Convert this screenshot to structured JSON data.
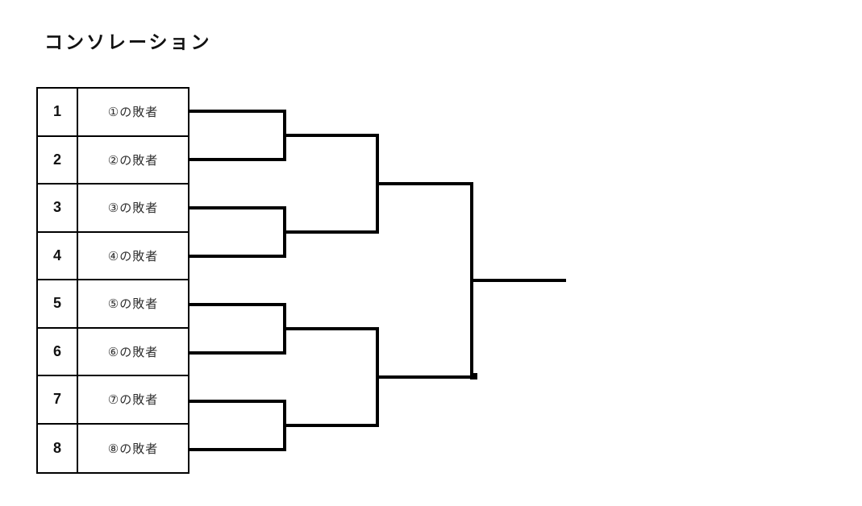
{
  "title": "コンソレーション",
  "table": {
    "rows": [
      {
        "num": "1",
        "label": "①の敗者"
      },
      {
        "num": "2",
        "label": "②の敗者"
      },
      {
        "num": "3",
        "label": "③の敗者"
      },
      {
        "num": "4",
        "label": "④の敗者"
      },
      {
        "num": "5",
        "label": "⑤の敗者"
      },
      {
        "num": "6",
        "label": "⑥の敗者"
      },
      {
        "num": "7",
        "label": "⑦の敗者"
      },
      {
        "num": "8",
        "label": "⑧の敗者"
      }
    ]
  },
  "bracket": {
    "type": "single-elimination",
    "entrants": 8,
    "rounds": 3,
    "round1_pairs": [
      [
        1,
        2
      ],
      [
        3,
        4
      ],
      [
        5,
        6
      ],
      [
        7,
        8
      ]
    ],
    "semifinal_pairs": [
      [
        "winner 1-2",
        "winner 3-4"
      ],
      [
        "winner 5-6",
        "winner 7-8"
      ]
    ]
  },
  "colors": {
    "background": "#ffffff",
    "line": "#000000",
    "table_border": "#000000",
    "title_text": "#111111",
    "number_text": "#111111",
    "label_text": "#2e2e2e"
  }
}
